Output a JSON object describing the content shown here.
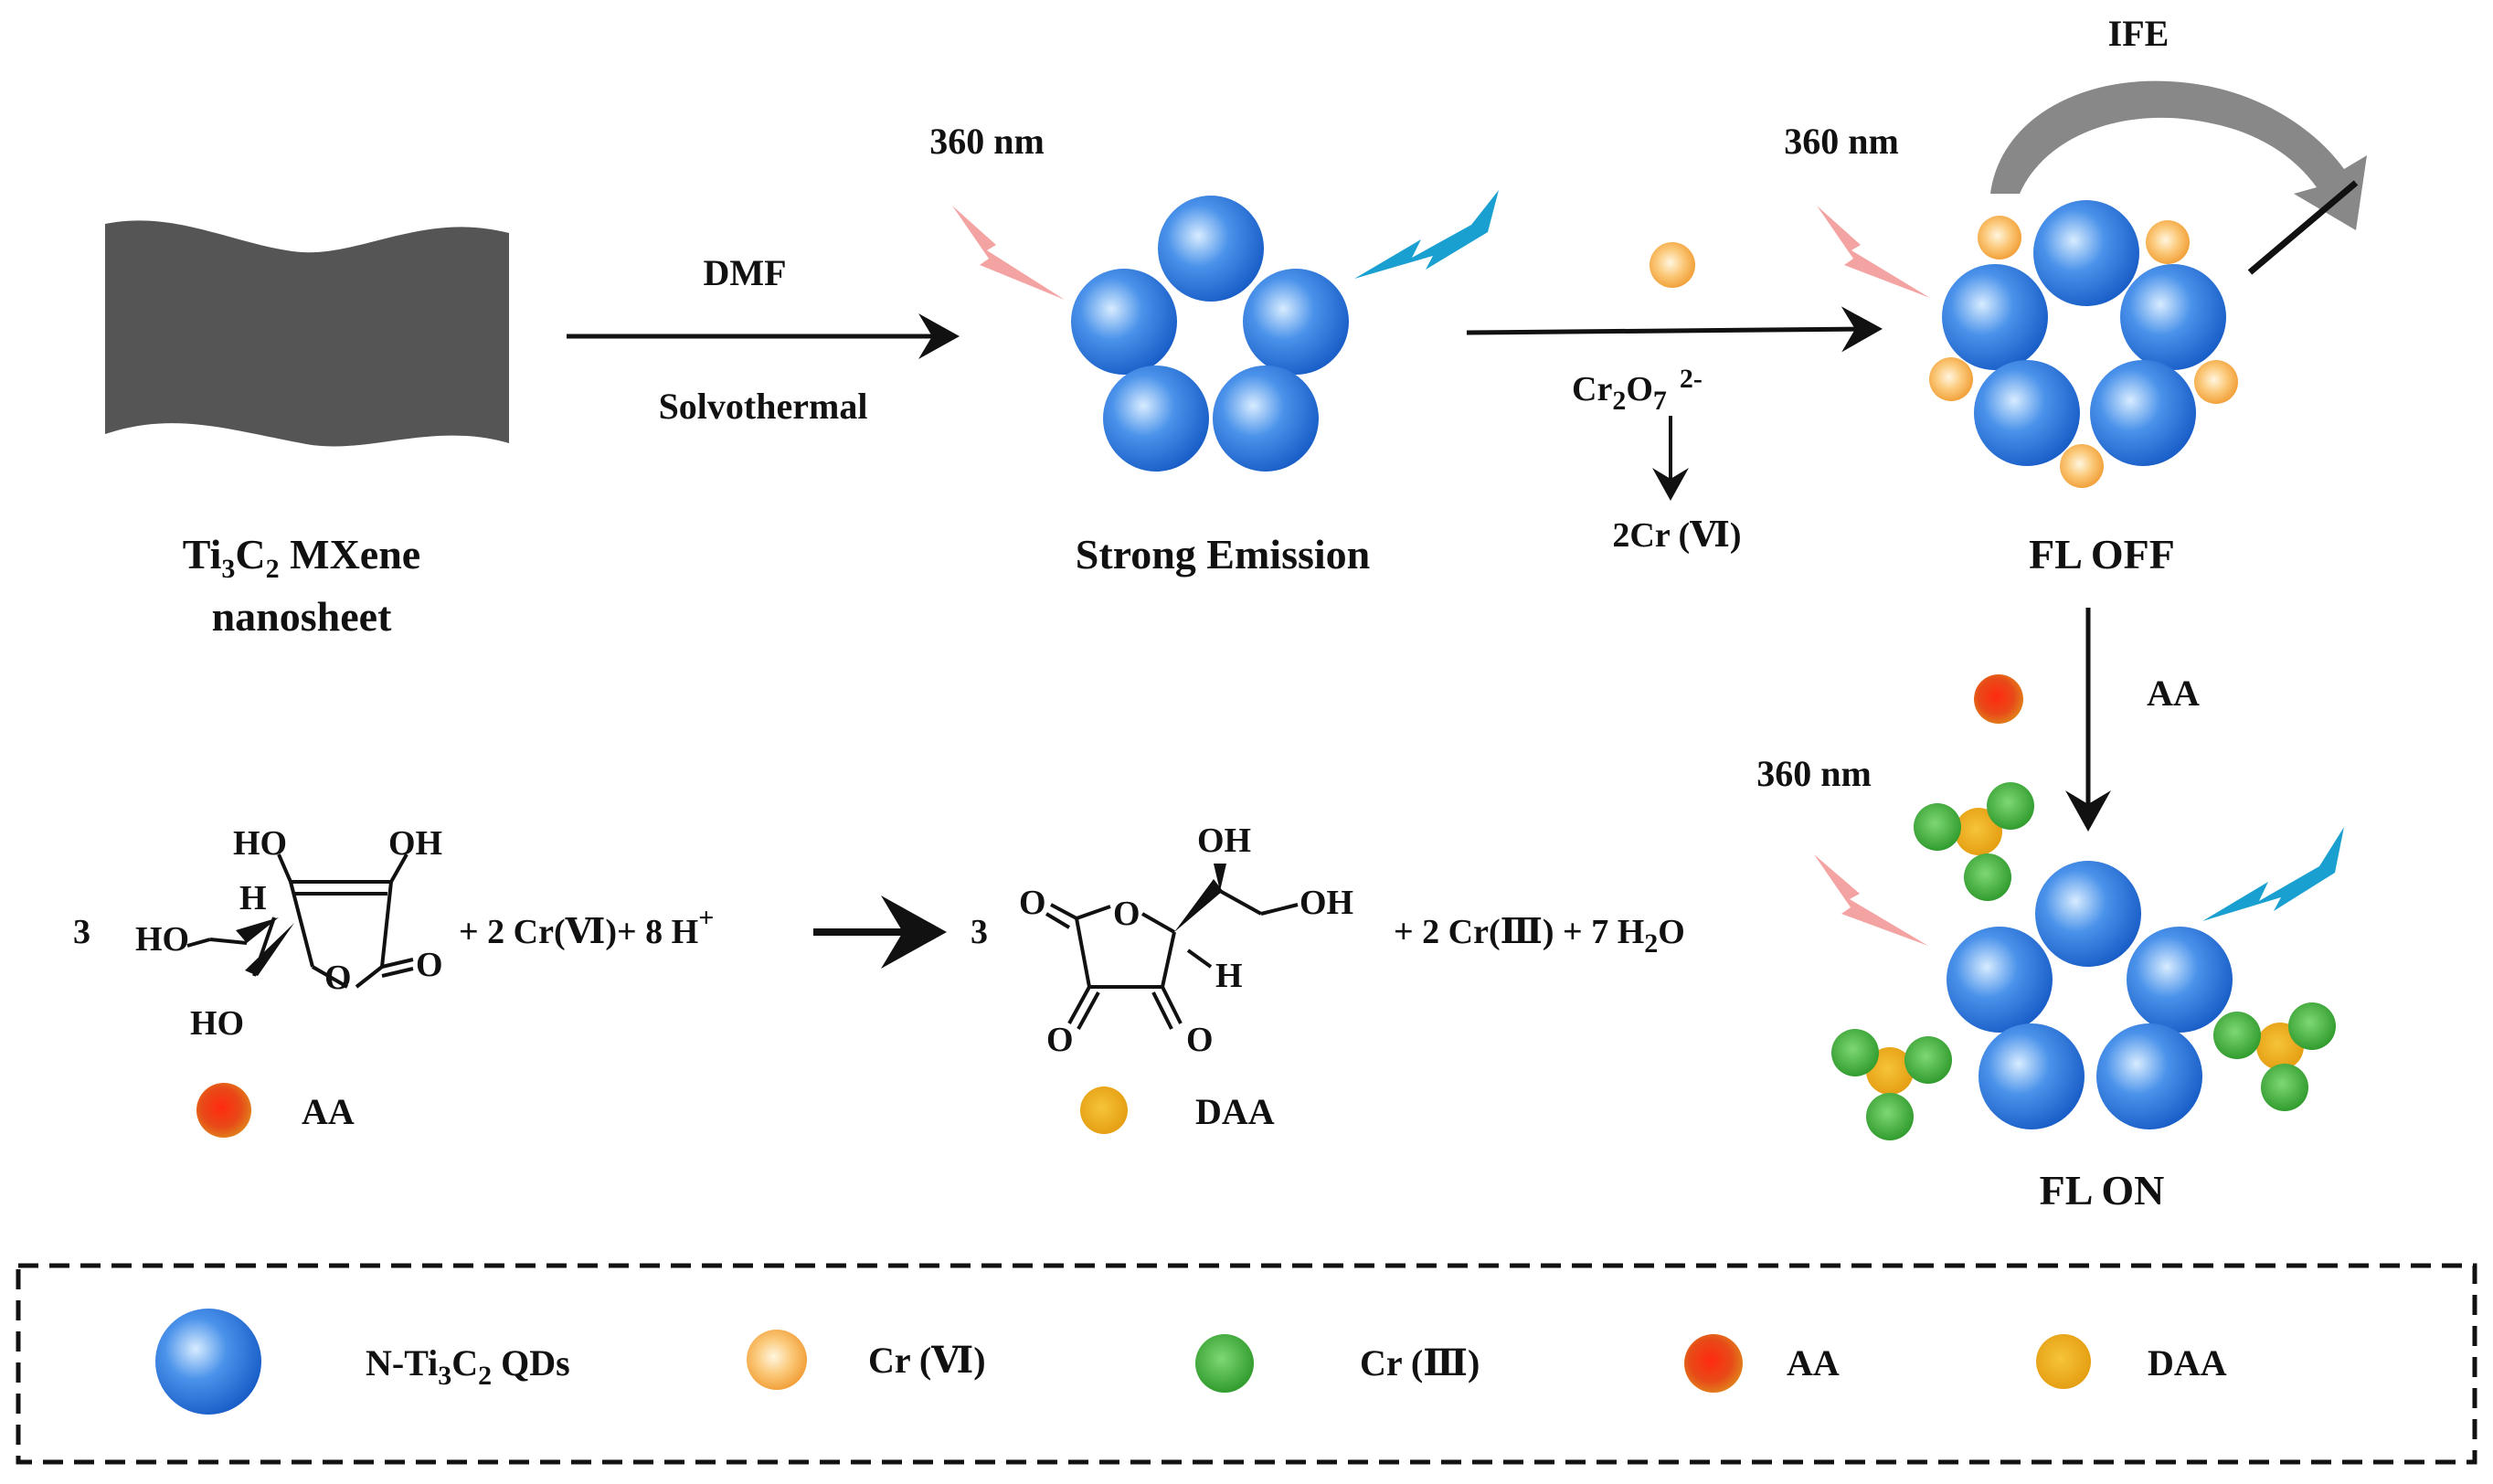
{
  "colors": {
    "qd": "#1e6ed8",
    "qd_light": "#d8ecff",
    "cr6": "#f6a640",
    "cr3": "#3aaa35",
    "aa": "#e52a14",
    "daa": "#e8a814",
    "excite": "#f4a3a3",
    "emit": "#1aa0d0",
    "sheet": "#555555",
    "ife_arrow": "#888888"
  },
  "icons": {
    "excitation": "lightning-bolt-pink",
    "emission": "lightning-bolt-blue"
  },
  "labels": {
    "mxene_ti": "Ti",
    "mxene_c": "C",
    "mxene_rest": " MXene",
    "mxene_line2": "nanosheet",
    "sub3": "3",
    "sub2": "2",
    "dmf": "DMF",
    "solvothermal": "Solvothermal",
    "nm1": "360 nm",
    "nm2": "360 nm",
    "nm3": "360 nm",
    "strong_emission": "Strong Emission",
    "cr2o7_cr": "Cr",
    "cr2o7_sub2": "2",
    "cr2o7_o": "O",
    "cr2o7_sub7": "7",
    "cr2o7_charge": "2-",
    "two_cr6": "2Cr (Ⅵ)",
    "ife": "IFE",
    "fl_off": "FL  OFF",
    "aa_arrow": "AA",
    "fl_on": "FL  ON"
  },
  "reaction": {
    "coef1": "3",
    "plus_cr": "+ 2 Cr(Ⅵ)+ 8 H",
    "hplus": "+",
    "coef2": "3",
    "products": "+ 2 Cr(Ⅲ) + 7 H",
    "h2o_sub": "2",
    "h2o_o": "O",
    "aa_name": "AA",
    "daa_name": "DAA"
  },
  "aa_struct": {
    "ho1": "HO",
    "oh1": "OH",
    "h": "H",
    "ho2": "HO",
    "ho3": "HO",
    "o_ring": "O",
    "o_keto": "O"
  },
  "daa_struct": {
    "oh1": "OH",
    "oh2": "OH",
    "h": "H",
    "o_left": "O",
    "o_ring": "O",
    "o_bottom1": "O",
    "o_bottom2": "O"
  },
  "legend": {
    "qd_n": "N-Ti",
    "qd_sub3": "3",
    "qd_c": "C",
    "qd_sub2": "2",
    "qd_rest": "  QDs",
    "cr6": "Cr (Ⅵ)",
    "cr3": "Cr (Ⅲ)",
    "aa": "AA",
    "daa": "DAA"
  }
}
